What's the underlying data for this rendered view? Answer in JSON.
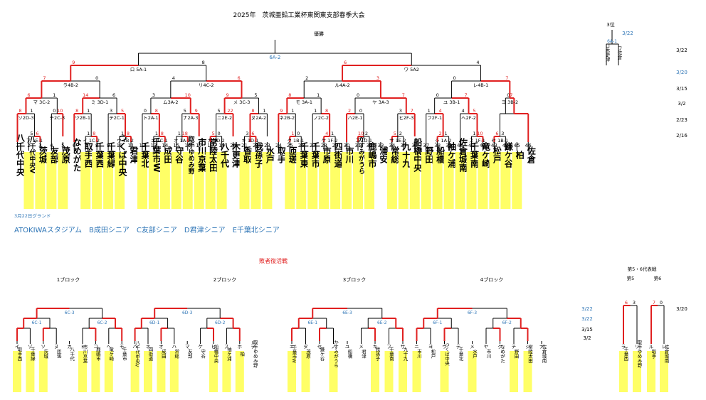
{
  "title": "2025年　茨城亜鉛工業杯東関東支部春季大会",
  "winner_label": "優勝",
  "third_label": "3位",
  "third_date": "3/22",
  "third_game": "6A-1",
  "third_left": "ロ木更津",
  "third_right": "ワ佐倉",
  "final_game": "6A-2",
  "dates_right": [
    "3/22",
    "3/20",
    "3/15",
    "3/2",
    "2/23",
    "2/16"
  ],
  "semis": [
    {
      "label": "ロ 5A-1",
      "score_left": "9",
      "score_right": "8"
    },
    {
      "label": "ワ 5A2",
      "score_left": "6",
      "score_right": "4"
    }
  ],
  "quarters": [
    {
      "label": "ラ4B-2",
      "sl": "7",
      "sr": "0"
    },
    {
      "label": "リ4C-2",
      "sl": "4",
      "sr": "6"
    },
    {
      "label": "ル4A-2",
      "sl": "2",
      "sr": "3"
    },
    {
      "label": "レ4B-1",
      "sl": "0",
      "sr": "7"
    }
  ],
  "r16": [
    {
      "label": "マ 3C-2",
      "sl": "6",
      "sr": "1"
    },
    {
      "label": "ミ 3D-1",
      "sl": "14",
      "sr": "6"
    },
    {
      "label": "ム3A-2",
      "sl": "3",
      "sr": "10"
    },
    {
      "label": "メ 3C-3",
      "sl": "9",
      "sr": "5"
    },
    {
      "label": "モ 3A-1",
      "sl": "8",
      "sr": "1"
    },
    {
      "label": "ヤ 3A-3",
      "sl": "0",
      "sr": "7"
    },
    {
      "label": "ユ 3B-1",
      "sl": "0",
      "sr": "7"
    },
    {
      "label": "ヨ 3B-2",
      "sl": "0",
      "sr": "7"
    }
  ],
  "r32": [
    {
      "label": "ソ2D-3",
      "sl": "8",
      "sr": "1"
    },
    {
      "label": "チ2C-3",
      "sl": "0",
      "sr": "10"
    },
    {
      "label": "ツ2B-1",
      "sl": "8",
      "sr": "1"
    },
    {
      "label": "テ2C-1",
      "sl": "3",
      "sr": "5"
    },
    {
      "label": "ト2A-1",
      "sl": "0",
      "sr": "8"
    },
    {
      "label": "ナ2A-3",
      "sl": "5",
      "sr": "9"
    },
    {
      "label": "ニ2E-2",
      "sl": "5",
      "sr": "22"
    },
    {
      "label": "ヌ2A-2",
      "sl": "8",
      "sr": "1"
    },
    {
      "label": "ネ2B-2",
      "sl": "9",
      "sr": "1"
    },
    {
      "label": "ノ2C-2",
      "sl": "1",
      "sr": "8"
    },
    {
      "label": "ハ2E-1",
      "sl": "2",
      "sr": "0"
    },
    {
      "label": "ヒ2F-3",
      "sl": "3",
      "sr": "7"
    },
    {
      "label": "フ2F-1",
      "sl": "1",
      "sr": "4"
    },
    {
      "label": "へ2F-2",
      "sl": "4",
      "sr": "5"
    }
  ],
  "r1_games": [
    {
      "label": "ア 1E-1",
      "sl": "5",
      "sr": "6"
    },
    {
      "label": "イ 1C-2",
      "sl": "1",
      "sr": "8"
    },
    {
      "label": "ウ 1B-2",
      "sl": "1",
      "sr": "8"
    },
    {
      "label": "エ 1C-1",
      "sl": "1",
      "sr": "8"
    },
    {
      "label": "オ 1A-1",
      "sl": "1",
      "sr": "18"
    },
    {
      "label": "カ 1D-2",
      "sl": "5",
      "sr": "0"
    },
    {
      "label": "キ 1D-1",
      "sl": "3",
      "sr": "6"
    },
    {
      "label": "ク 1B-1",
      "sl": "1",
      "sr": "0"
    },
    {
      "label": "ケ 1F-2",
      "sl": "4",
      "sr": "1"
    },
    {
      "label": "コ 1D-1",
      "sl": "10",
      "sr": "2"
    },
    {
      "label": "サ 1E-2",
      "sl": "5",
      "sr": "2"
    },
    {
      "label": "シ 1A-2",
      "sl": "2",
      "sr": "1"
    },
    {
      "label": "ス 1F-1",
      "sl": "1",
      "sr": "10"
    },
    {
      "label": "セ 1B-1",
      "sl": "6",
      "sr": "3"
    }
  ],
  "teams": [
    {
      "no": "1",
      "name": "八千代中央",
      "hl": false
    },
    {
      "no": "2",
      "name": "八千代中央V",
      "hl": true
    },
    {
      "no": "3",
      "name": "茨城",
      "hl": true
    },
    {
      "no": "4",
      "name": "友部",
      "hl": true
    },
    {
      "no": "5",
      "name": "茂原",
      "hl": true
    },
    {
      "no": "6",
      "name": "なめがた",
      "hl": false
    },
    {
      "no": "7",
      "name": "取手西",
      "hl": true
    },
    {
      "no": "8",
      "name": "千葉西",
      "hl": true
    },
    {
      "no": "9",
      "name": "千葉緑",
      "hl": true
    },
    {
      "no": "10",
      "name": "つくば中央",
      "hl": true
    },
    {
      "no": "11",
      "name": "君津",
      "hl": false
    },
    {
      "no": "12",
      "name": "千葉北",
      "hl": true
    },
    {
      "no": "13",
      "name": "千葉市W",
      "hl": true
    },
    {
      "no": "14",
      "name": "成田",
      "hl": true
    },
    {
      "no": "15",
      "name": "守谷",
      "hl": true
    },
    {
      "no": "16",
      "name": "取手ゆめみ野",
      "hl": true
    },
    {
      "no": "17",
      "name": "市川京葉",
      "hl": true
    },
    {
      "no": "18",
      "name": "常陸太田",
      "hl": true
    },
    {
      "no": "19",
      "name": "八千代",
      "hl": true
    },
    {
      "no": "20",
      "name": "木更津",
      "hl": false
    },
    {
      "no": "21",
      "name": "香取",
      "hl": true
    },
    {
      "no": "22",
      "name": "我孫子",
      "hl": true
    },
    {
      "no": "23",
      "name": "水戸",
      "hl": true
    },
    {
      "no": "24",
      "name": "取手",
      "hl": false
    },
    {
      "no": "25",
      "name": "匝瑳",
      "hl": true
    },
    {
      "no": "26",
      "name": "千葉東",
      "hl": true
    },
    {
      "no": "27",
      "name": "千葉市",
      "hl": true
    },
    {
      "no": "28",
      "name": "市原",
      "hl": true
    },
    {
      "no": "29",
      "name": "四街道",
      "hl": true
    },
    {
      "no": "30",
      "name": "市川",
      "hl": true
    },
    {
      "no": "31",
      "name": "かすみがうら",
      "hl": true
    },
    {
      "no": "32",
      "name": "鹿嶋市",
      "hl": true
    },
    {
      "no": "33",
      "name": "浦安",
      "hl": false
    },
    {
      "no": "34",
      "name": "常総",
      "hl": true
    },
    {
      "no": "35",
      "name": "九十九",
      "hl": true
    },
    {
      "no": "36",
      "name": "船橋中央",
      "hl": true
    },
    {
      "no": "37",
      "name": "野田",
      "hl": true
    },
    {
      "no": "38",
      "name": "船橋",
      "hl": true
    },
    {
      "no": "39",
      "name": "袖ケ浦",
      "hl": true
    },
    {
      "no": "40",
      "name": "佐倉城南",
      "hl": true
    },
    {
      "no": "41",
      "name": "千葉南",
      "hl": true
    },
    {
      "no": "42",
      "name": "竜ケ崎",
      "hl": true
    },
    {
      "no": "43",
      "name": "松戸",
      "hl": true
    },
    {
      "no": "44",
      "name": "鎌ケ谷",
      "hl": true
    },
    {
      "no": "45",
      "name": "柏",
      "hl": true
    },
    {
      "no": "46",
      "name": "佐倉",
      "hl": false
    }
  ],
  "grounds_title": "3月22日グランド",
  "grounds": "ATOKIWAスタジアム　B成田シニア　C友部シニア　D君津シニア　E千葉北シニア",
  "repechage_title": "敗者復活戦",
  "blocks": [
    "1ブロック",
    "2ブロック",
    "3ブロック",
    "4ブロック"
  ],
  "rep_dates": [
    "3/22",
    "3/22",
    "3/15",
    "3/2"
  ],
  "rep_date_right": "3/20",
  "rep_finals_title": "第5・6代表戦",
  "rep_finals_labels": [
    "第5",
    "第6"
  ],
  "rep_finals_teams": [
    {
      "kana": "ラ",
      "name": "千葉西"
    },
    {
      "kana": "リ",
      "name": "取手ゆめみ野"
    },
    {
      "kana": "ル",
      "name": "取手"
    },
    {
      "kana": "レ",
      "name": "佐倉城南"
    }
  ],
  "rep_finals_scores": [
    "6",
    "3",
    "7",
    "0"
  ],
  "rep_games": [
    {
      "label": "6C-3"
    },
    {
      "label": "6C-1"
    },
    {
      "label": "6C-2"
    },
    {
      "label": "6D-3"
    },
    {
      "label": "6D-1"
    },
    {
      "label": "6D-2"
    },
    {
      "label": "6E-3"
    },
    {
      "label": "6E-1"
    },
    {
      "label": "6E-2"
    },
    {
      "label": "6F-3"
    },
    {
      "label": "6F-1"
    },
    {
      "label": "6F-2"
    }
  ],
  "rep_teams": [
    {
      "kana": "イ",
      "name": "取手西",
      "hl": true
    },
    {
      "kana": "ゾ",
      "name": "千葉緑",
      "hl": true
    },
    {
      "kana": "ソ",
      "name": "茨城",
      "hl": true
    },
    {
      "kana": "ヌ",
      "name": "匝瑳",
      "hl": false
    },
    {
      "kana": "カ",
      "name": "八千代",
      "hl": false
    },
    {
      "kana": "ト",
      "name": "市川京葉",
      "hl": true
    },
    {
      "kana": "コ",
      "name": "鹿嶋市",
      "hl": true
    },
    {
      "kana": "ヘ",
      "name": "竜ケ崎",
      "hl": true
    },
    {
      "kana": "モ",
      "name": "千葉市",
      "hl": false
    },
    {
      "kana": "ハ",
      "name": "八千代中央V",
      "hl": true
    },
    {
      "kana": "ネ",
      "name": "四街道",
      "hl": true
    },
    {
      "kana": "オ",
      "name": "成田",
      "hl": true
    },
    {
      "kana": "ハ",
      "name": "常総",
      "hl": true
    },
    {
      "kana": "マ",
      "name": "友部",
      "hl": false
    },
    {
      "kana": "ケ",
      "name": "守谷",
      "hl": false
    },
    {
      "kana": "ヒ",
      "name": "船橋中央",
      "hl": true
    },
    {
      "kana": "ス",
      "name": "袖ケ浦",
      "hl": true
    },
    {
      "kana": "ホ",
      "name": "柏",
      "hl": true
    },
    {
      "kana": "ヲ",
      "name": "取手ゆめみ野",
      "hl": false
    },
    {
      "kana": "エ",
      "name": "千葉市W",
      "hl": true
    },
    {
      "kana": "タ",
      "name": "茂原",
      "hl": true
    },
    {
      "kana": "セ",
      "name": "鎌ケ谷",
      "hl": false
    },
    {
      "kana": "ノ",
      "name": "かすみがうら",
      "hl": true
    },
    {
      "kana": "ユ",
      "name": "船橋",
      "hl": false
    },
    {
      "kana": "メ",
      "name": "君津",
      "hl": false
    },
    {
      "kana": "キ",
      "name": "我孫子",
      "hl": true
    },
    {
      "kana": "フ",
      "name": "千葉南",
      "hl": true
    },
    {
      "kana": "サ",
      "name": "九十九",
      "hl": true
    },
    {
      "kana": "ニ",
      "name": "市川",
      "hl": true
    },
    {
      "kana": "ヨ",
      "name": "松戸",
      "hl": false
    },
    {
      "kana": "ウ",
      "name": "つくば中央",
      "hl": true
    },
    {
      "kana": "テ",
      "name": "千葉北",
      "hl": false
    },
    {
      "kana": "メ",
      "name": "水戸",
      "hl": true
    },
    {
      "kana": "ヤ",
      "name": "市川",
      "hl": false
    },
    {
      "kana": "ク",
      "name": "なめがた",
      "hl": false
    },
    {
      "kana": "チ",
      "name": "野田",
      "hl": true
    },
    {
      "kana": "シ",
      "name": "常陸太田",
      "hl": true
    },
    {
      "kana": "ナ",
      "name": "佐倉城南",
      "hl": false
    }
  ],
  "colors": {
    "win": "#e02020",
    "line": "#000000",
    "accent": "#2e75b6",
    "hl": "#ffff66"
  }
}
